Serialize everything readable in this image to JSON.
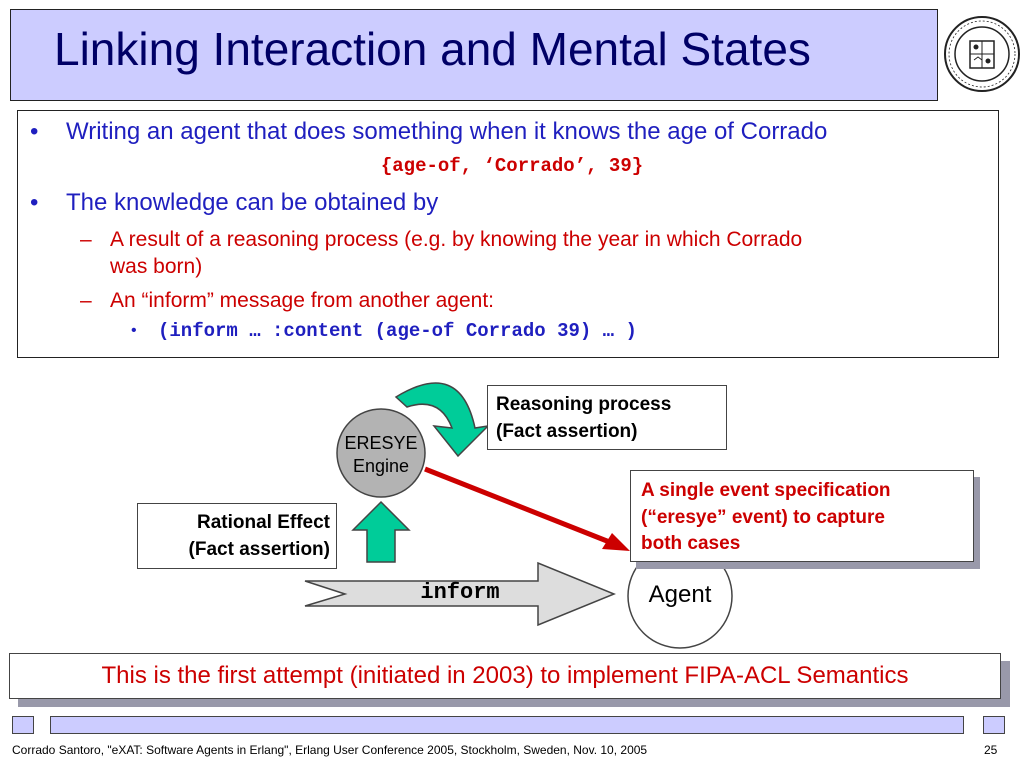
{
  "slide": {
    "title": "Linking Interaction and Mental States",
    "seal_name": "university-seal-icon"
  },
  "content": {
    "bullet1": "Writing an agent that does something when it knows the age of Corrado",
    "bullet1_code": "{age-of, ‘Corrado’, 39}",
    "bullet2": "The knowledge can be obtained by",
    "sub1_line1": "A result of a reasoning process (e.g. by knowing the year in which Corrado",
    "sub1_line2": "was born)",
    "sub2": "An “inform” message from another agent:",
    "sub3_code": "(inform … :content (age-of Corrado 39) … )",
    "dash": "–",
    "dot": "•"
  },
  "diagram": {
    "engine_line1": "ERESYE",
    "engine_line2": "Engine",
    "agent_label": "Agent",
    "inform_label": "inform",
    "reasoning_line1": "Reasoning process",
    "reasoning_line2": "(Fact assertion)",
    "rational_line1": "Rational Effect",
    "rational_line2": "(Fact assertion)",
    "event_line1": "A single event specification",
    "event_line2": "(“eresye” event) to capture",
    "event_line3": "both cases"
  },
  "banner": {
    "text": "This is the first attempt (initiated in 2003) to implement FIPA-ACL Semantics"
  },
  "footer": {
    "citation": "Corrado Santoro, \"eXAT: Software Agents in Erlang\", Erlang User Conference 2005, Stockholm, Sweden, Nov. 10, 2005",
    "page_number": "25"
  },
  "colors": {
    "title_bg": "#ccccff",
    "title_text": "#000066",
    "bullet_blue": "#1f1fbf",
    "accent_red": "#cc0000",
    "arrow_green": "#00cc99"
  }
}
